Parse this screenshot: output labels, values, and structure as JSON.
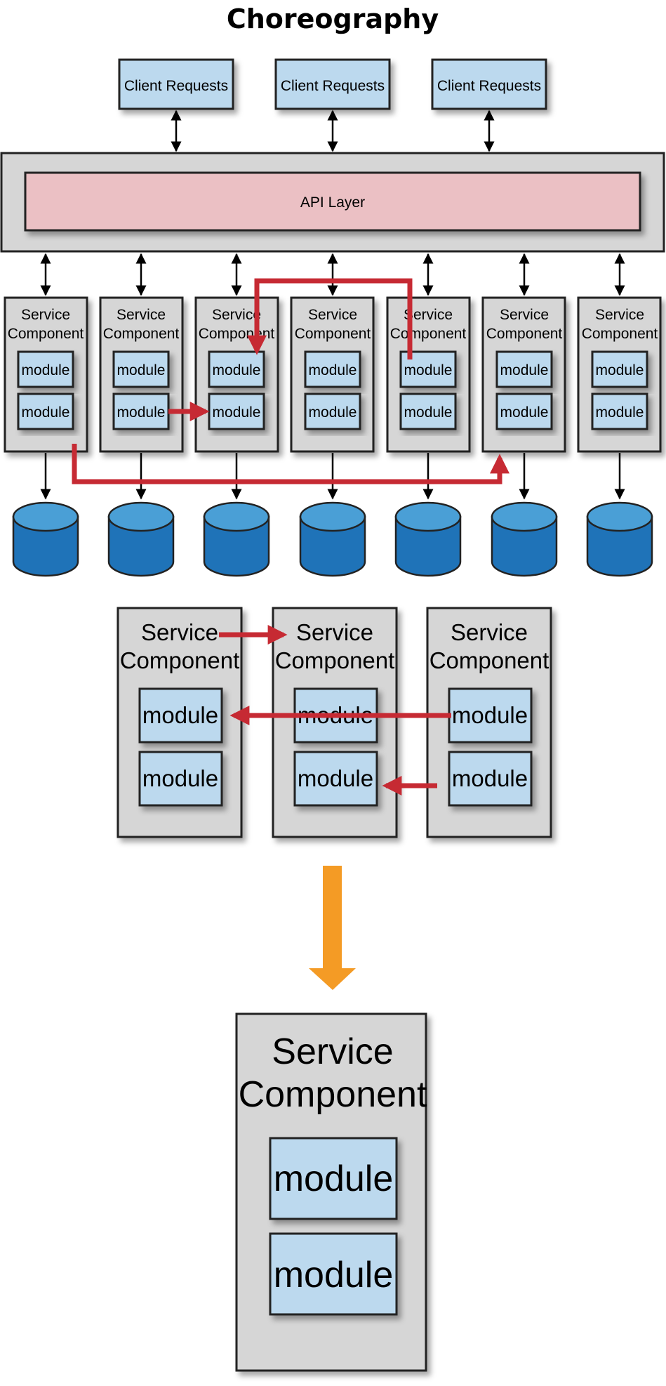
{
  "title": "Choreography",
  "client_request_label": "Client Requests",
  "api_layer_label": "API Layer",
  "service_component_line1": "Service",
  "service_component_line2": "Component",
  "module_label": "module",
  "colors": {
    "client_box": "#bcd9ee",
    "module_box": "#bcd9ee",
    "api_layer": "#ebc0c4",
    "container": "#d6d6d6",
    "database": "#1f73b8",
    "database_top": "#4a9fd6",
    "red_arrow": "#c62a33",
    "orange_arrow": "#f49b25"
  },
  "counts": {
    "client_requests": 3,
    "service_components_row": 7,
    "databases": 7,
    "service_components_middle": 3
  }
}
